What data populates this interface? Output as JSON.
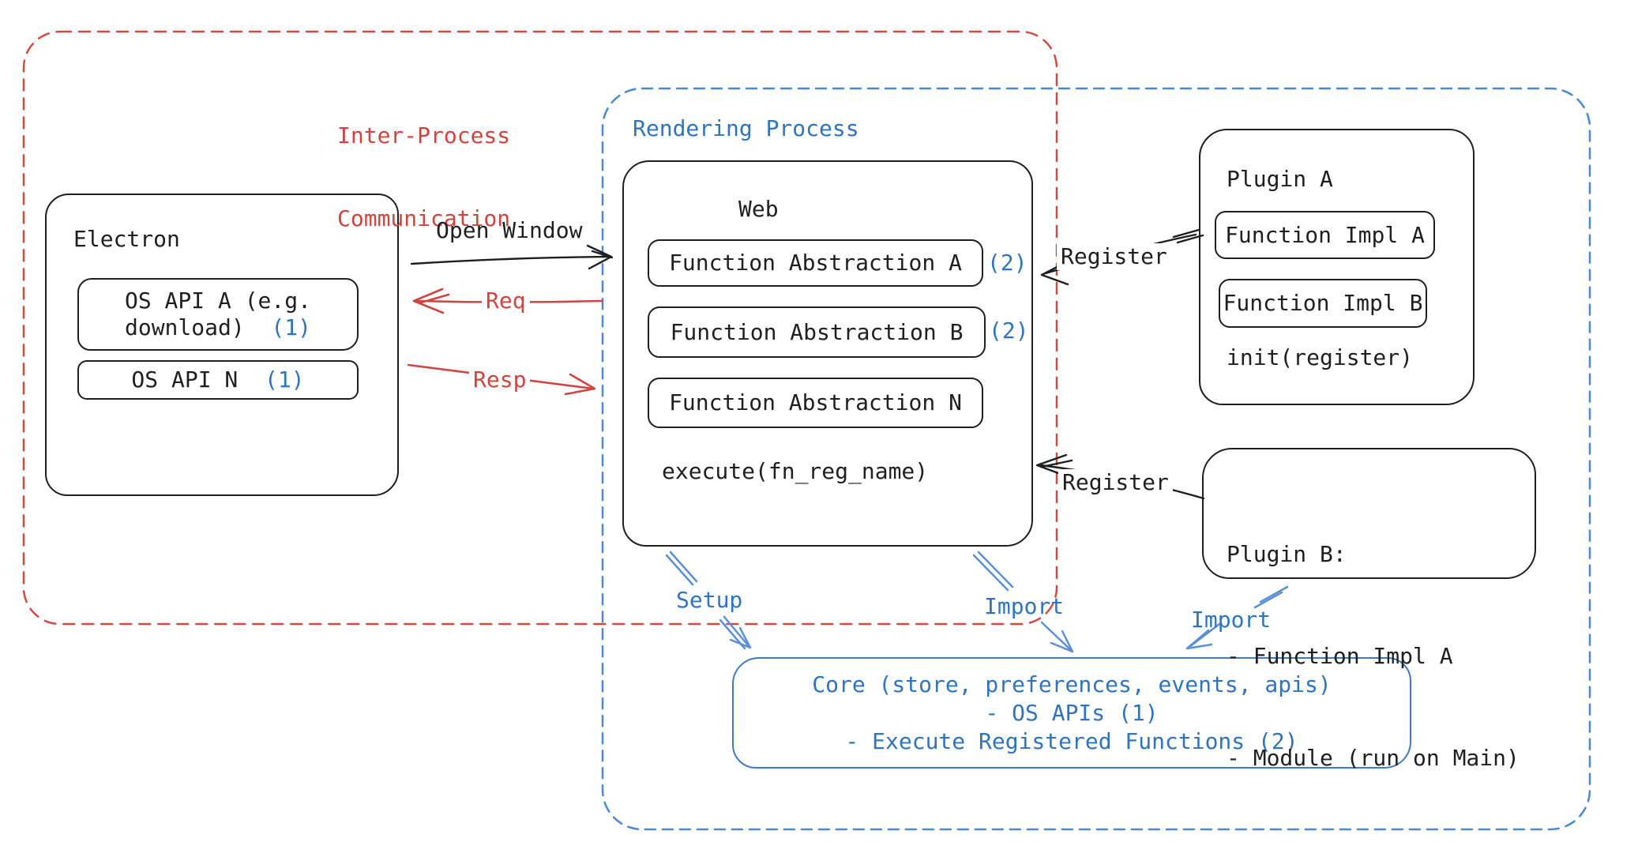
{
  "colors": {
    "red": "#cf453e",
    "blue_text": "#2e74c0",
    "blue_arrow": "#5b8fd6",
    "blue_dash": "#4a89d4",
    "black": "#1f1f1f"
  },
  "ipc": {
    "line1": "Inter-Process",
    "line2": "Communication"
  },
  "rendering": {
    "title": "Rendering Process"
  },
  "electron": {
    "title": "Electron",
    "api_a_line1": "OS API A (e.g.",
    "api_a_line2": "download)",
    "api_a_badge": "(1)",
    "api_n": "OS API N",
    "api_n_badge": "(1)"
  },
  "web": {
    "title": "Web",
    "fa_a": "Function Abstraction A",
    "fa_a_badge": "(2)",
    "fa_b": "Function Abstraction B",
    "fa_b_badge": "(2)",
    "fa_n": "Function Abstraction N",
    "execute": "execute(fn_reg_name)"
  },
  "plugin_a": {
    "title": "Plugin A",
    "impl_a": "Function Impl A",
    "impl_b": "Function Impl B",
    "init": "init(register)"
  },
  "plugin_b": {
    "line1": "Plugin B:",
    "line2": "- Function Impl A",
    "line3": "- Module (run on Main)"
  },
  "core": {
    "line1": "Core (store, preferences, events, apis)",
    "line2": "- OS APIs (1)",
    "line3": "- Execute Registered Functions (2)"
  },
  "labels": {
    "open_window": "Open Window",
    "req": "Req",
    "resp": "Resp",
    "register_top": "Register",
    "register_bottom": "Register",
    "setup": "Setup",
    "import_web": "Import",
    "import_plugin": "Import"
  }
}
